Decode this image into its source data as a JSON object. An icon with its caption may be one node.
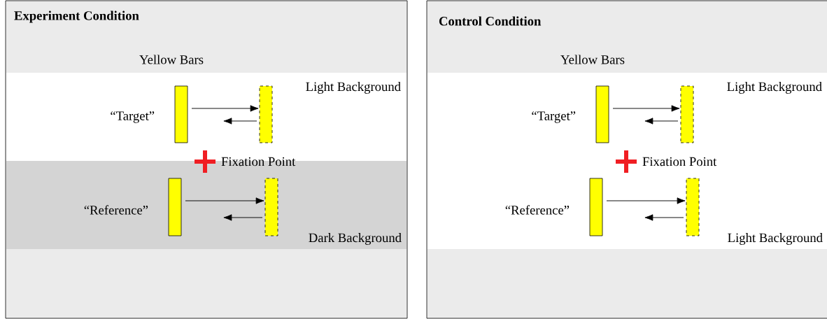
{
  "diagram": {
    "nodes": [
      {
        "text": [
          "Experiment Condition"
        ]
      },
      {
        "text": [
          "Light Background"
        ],
        "in": 0
      },
      {
        "text": [
          "Dark Background"
        ],
        "in": 0
      },
      {
        "text": [],
        "shape": "bar",
        "in": 1,
        "beside": [
          "“Target”"
        ]
      },
      {
        "text": [],
        "shape": "bar",
        "in": 1
      },
      {
        "text": [],
        "shape": "bar",
        "in": 2,
        "beside": [
          "“Reference”"
        ]
      },
      {
        "text": [],
        "shape": "bar",
        "in": 2
      },
      {
        "text": [
          "Control Condition"
        ]
      },
      {
        "text": [
          "Light Background"
        ],
        "in": 7
      },
      {
        "text": [
          "Light Background"
        ],
        "in": 7
      },
      {
        "text": [],
        "shape": "bar",
        "in": 8,
        "beside": [
          "“Target”"
        ]
      },
      {
        "text": [],
        "shape": "bar",
        "in": 8
      },
      {
        "text": [],
        "shape": "bar",
        "in": 9,
        "beside": [
          "“Reference”"
        ]
      },
      {
        "text": [],
        "shape": "bar",
        "in": 9
      }
    ],
    "edges": [
      {
        "from": 3,
        "to": 4,
        "arrow": "to"
      },
      {
        "from": 4,
        "to": null,
        "arrow": "to"
      },
      {
        "from": 5,
        "to": 6,
        "arrow": "to"
      },
      {
        "from": 6,
        "to": null,
        "arrow": "to"
      },
      {
        "from": 10,
        "to": 11,
        "arrow": "to"
      },
      {
        "from": 11,
        "to": null,
        "arrow": "to"
      },
      {
        "from": 12,
        "to": 13,
        "arrow": "to"
      },
      {
        "from": 13,
        "to": null,
        "arrow": "to"
      }
    ],
    "labels": [
      "Yellow Bars",
      "Fixation Point",
      "Yellow Bars",
      "Fixation Point"
    ]
  }
}
